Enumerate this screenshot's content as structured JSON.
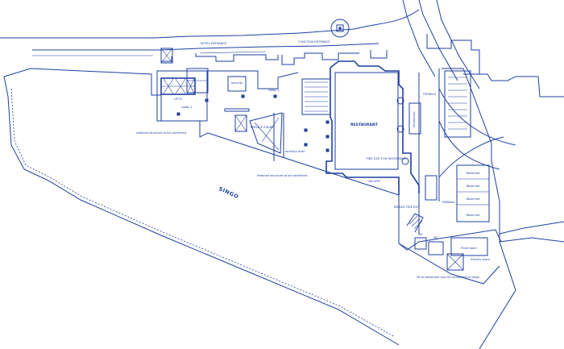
{
  "colors": {
    "line": "#1f3f9f",
    "background": "#ffffff"
  },
  "labels": {
    "hotel_entrance": "HOTEL ENTRANCE",
    "function_entrance": "FUNCTION ENTRANCE",
    "lifts": "LIFTS",
    "lobby_1": "lobby 1",
    "lobby_2": "lobby 2",
    "security": "security",
    "service_stairs": "SERVICE STAIRS",
    "retained_structure_1": "retained structure to be confirmed",
    "retained_structure_2": "retained structure to be confirmed",
    "ancillary_area": "ancillary area",
    "restaurant": "RESTAURANT",
    "fire_exit_restaurant": "FIRE EXIT FOR RESTAURANT",
    "gallery": "GALLERY",
    "terrace": "TERRACE",
    "restaurant_store": "Restaurant",
    "bridge_fire_exit": "BRIDGE FIRE EXIT",
    "parking": "PARKING",
    "singo": "SINGO",
    "reserved_1": "Reserved",
    "reserved_2": "Reserved",
    "reserved_3": "Reserved",
    "reserved_4": "Reserved",
    "plant_room": "Plant room",
    "wc_1": "WC",
    "wc_2": "WC",
    "electric_store": "Electric store",
    "lift_note": "lift to basement and lift connected to stage"
  }
}
